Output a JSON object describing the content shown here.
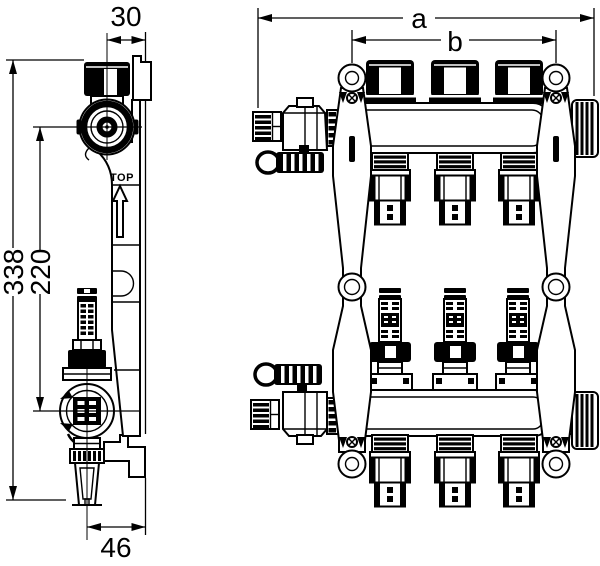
{
  "drawing": {
    "background": "#ffffff",
    "line_color": "#000000",
    "side_view": {
      "marking": "TOP",
      "dims": {
        "pump_offset": "30",
        "overall_height": "338",
        "pump_center_height": "220",
        "drain_offset": "46"
      }
    },
    "front_view": {
      "dims": {
        "overall_width": "a",
        "bracket_spacing": "b"
      }
    }
  }
}
